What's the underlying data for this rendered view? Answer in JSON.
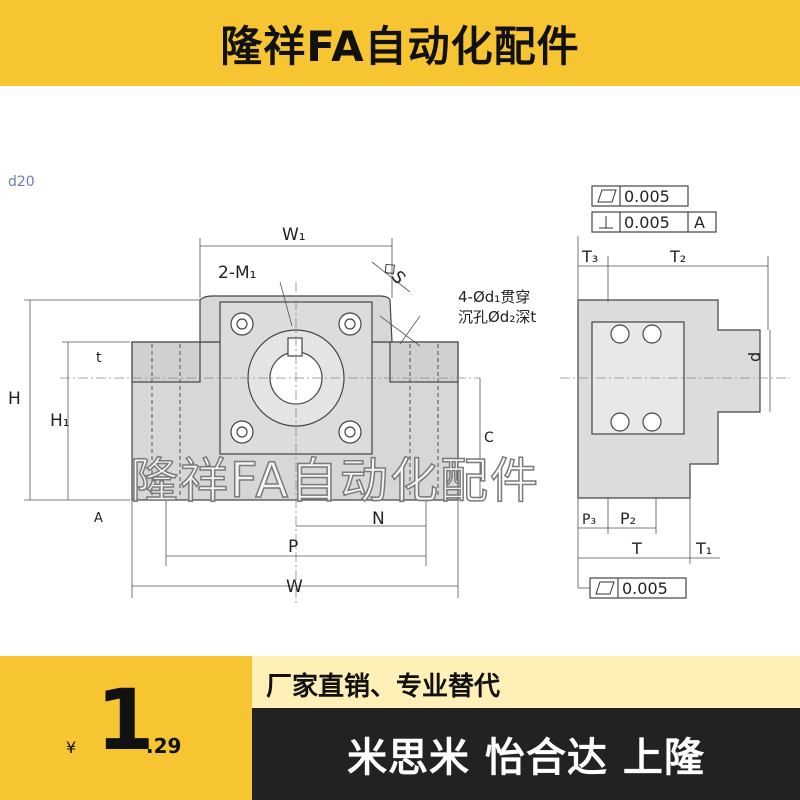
{
  "header": {
    "title": "隆祥FA自动化配件"
  },
  "drawing": {
    "front_view": {
      "w1_label": "W₁",
      "m1_label": "2-M₁",
      "s_label": "◇S",
      "hole_note_1": "4-Ød₁贯穿",
      "hole_note_2": "沉孔Ød₂深t",
      "h_label": "H",
      "h1_label": "H₁",
      "t_label": "t",
      "c_label": "C",
      "datum_label": "A",
      "n_label": "N",
      "p_label": "P",
      "w_label": "W"
    },
    "side_view": {
      "tol_flat_top": "0.005",
      "tol_perp": "0.005",
      "tol_perp_datum": "A",
      "t3_label": "T₃",
      "t2_label": "T₂",
      "d_label": "d",
      "p3_label": "P₃",
      "p2_label": "P₂",
      "t_label": "T",
      "t1_label": "T₁",
      "tol_flat_bottom": "0.005"
    },
    "partial_label": "d20",
    "watermark": "隆祥FA自动化配件"
  },
  "price": {
    "currency": "¥",
    "integer": "1",
    "decimal": ".29"
  },
  "slogan": "厂家直销、专业替代",
  "brands": "米思米 怡合达 上隆",
  "colors": {
    "accent": "#f7c531",
    "slogan_bg": "#fff0b8",
    "brand_bg": "#222222"
  }
}
